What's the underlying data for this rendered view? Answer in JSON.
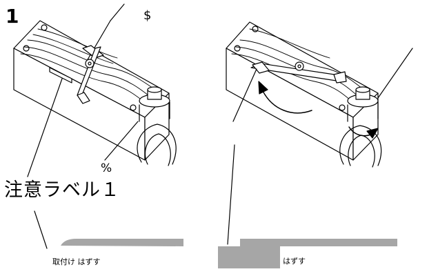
{
  "diagram": {
    "step_number": "1",
    "symbol_dollar": "$",
    "symbol_percent": "%",
    "caution_label": "注意ラベル１",
    "caption_left": "取付け はずす",
    "caption_right": "はずす"
  },
  "colors": {
    "line": "#000000",
    "bar": "#a6a6a6"
  }
}
